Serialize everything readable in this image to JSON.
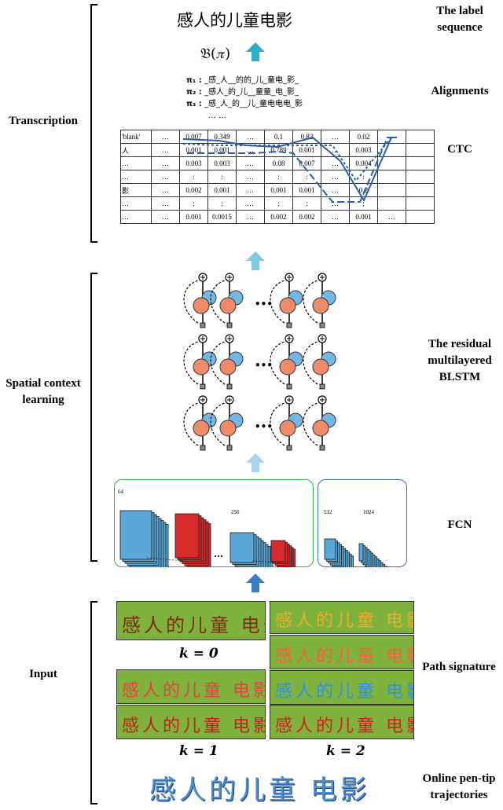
{
  "labels": {
    "label_sequence": "The label sequence",
    "alignments": "Alignments",
    "ctc": "CTC",
    "residual": "The residual multilayered BLSTM",
    "fcn": "FCN",
    "path_signature": "Path signature",
    "pen_tip": "Online pen-tip trajectories",
    "transcription": "Transcription",
    "spatial": "Spatial context learning",
    "input": "Input"
  },
  "top_text": "感人的儿童电影",
  "b_pi": "𝔅(𝜋)",
  "alignments": [
    {
      "label": "π₁ :",
      "text": "_感_人__的的_儿_童电_影_"
    },
    {
      "label": "π₂ :",
      "text": "_感人_的_儿__童童_电_影_"
    },
    {
      "label": "π₃ :",
      "text": "_感_人_的__儿_童电电电_影"
    },
    {
      "label": "",
      "text": "… …"
    }
  ],
  "ctc_table": [
    [
      "'blank'",
      "…",
      "0.007",
      "0.349",
      "…",
      "0.1",
      "0.82",
      "…",
      "0.02",
      "",
      ""
    ],
    [
      "人",
      "…",
      "0.001",
      "0.001",
      "…",
      "0.789",
      "0.001",
      "…",
      "0.003",
      "",
      ""
    ],
    [
      "…",
      "…",
      "0.003",
      "0.003",
      "…",
      "0.08",
      "0.007",
      "…",
      "0.004",
      "",
      ""
    ],
    [
      "…",
      "…",
      ":",
      ":",
      "…",
      ":",
      ":",
      "…",
      ":",
      "",
      ""
    ],
    [
      "影",
      "…",
      "0.002",
      "0.001",
      "…",
      "0.001",
      "0.001",
      "…",
      "0.2",
      "",
      ""
    ],
    [
      "…",
      "…",
      ":",
      ":",
      "…",
      ":",
      ":",
      "…",
      ":",
      "",
      ""
    ],
    [
      "…",
      "…",
      "0.001",
      "0.0015",
      "…",
      "0.002",
      "0.002",
      "…",
      "0.001",
      "…",
      ""
    ]
  ],
  "fcn": {
    "n64": "64",
    "n256": "256",
    "n512": "512",
    "n1024": "1024",
    "dots": "…"
  },
  "k_labels": {
    "k0": "k = 0",
    "k1": "k = 1",
    "k2": "k = 2"
  },
  "strip_text": "感人的儿童 电影",
  "colors": {
    "arrow_top": "#2ab0c8",
    "arrow_mid": "#7ccbe0",
    "arrow_low": "#a8d4f0",
    "arrow_fcn": "#3a7dc8",
    "node_orange": "#f08b6a",
    "node_blue": "#72b8e6",
    "fcn_blue": "#5aa8d8",
    "fcn_red": "#d82a2a",
    "strip_green": "#7fb23c",
    "ctc_line": "#2a5db0"
  }
}
